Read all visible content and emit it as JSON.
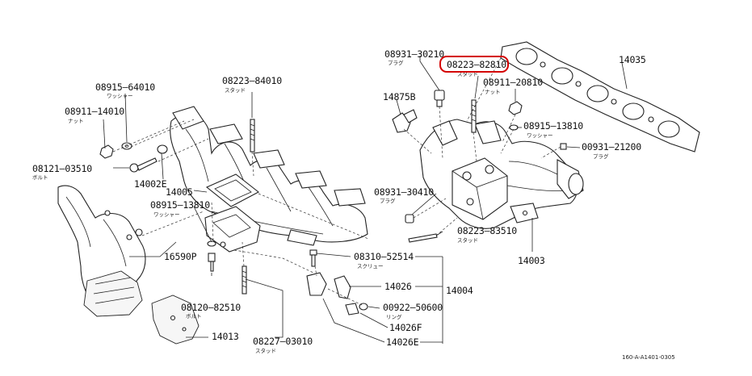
{
  "callouts": {
    "c_08915_64010": "08915–64010",
    "c_08911_14010": "08911–14010",
    "c_08223_84010": "08223–84010",
    "c_08121_03510": "08121–03510",
    "c_14002E": "14002E",
    "c_14005": "14005",
    "c_08915_13810_left": "08915–13810",
    "c_16590P": "16590P",
    "c_08120_82510": "08120–82510",
    "c_14013": "14013",
    "c_08227_03010": "08227–03010",
    "c_08310_52514": "08310–52514",
    "c_14026": "14026",
    "c_14004": "14004",
    "c_00922_50600": "00922–50600",
    "c_14026F": "14026F",
    "c_14026E": "14026E",
    "c_08931_30210": "08931–30210",
    "c_08223_82810": "08223–82810",
    "c_14035": "14035",
    "c_14875B": "14875B",
    "c_08911_20810": "08911–20810",
    "c_08915_13810_right": "08915–13810",
    "c_00931_21200": "00931–21200",
    "c_08931_30410": "08931–30410",
    "c_08223_83510": "08223–83510",
    "c_14003": "14003"
  },
  "notes": {
    "washer": "ワッシャー",
    "nut": "ナット",
    "stud": "スタッド",
    "bolt": "ボルト",
    "plug": "プラグ",
    "screw": "スクリュー",
    "ring": "リング"
  },
  "figure_ref": "160-A-A1401-0305",
  "highlight_color": "#d40000"
}
